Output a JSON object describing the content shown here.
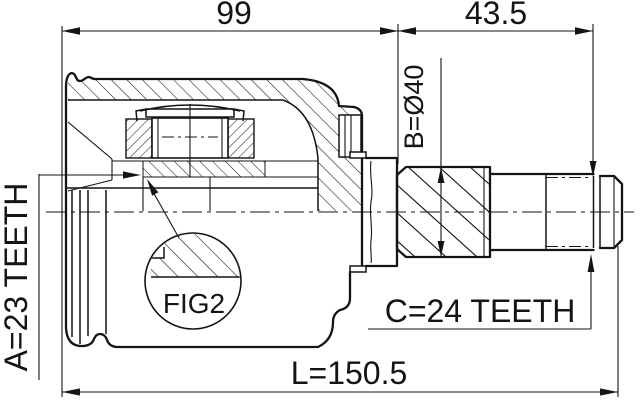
{
  "drawing": {
    "title": "CV joint technical drawing",
    "labels": {
      "dim_top_left": "99",
      "dim_top_right": "43.5",
      "dim_shaft_diameter": "B=Ø40",
      "dim_inner_spline": "A=23 TEETH",
      "dim_outer_spline": "C=24 TEETH",
      "dim_overall_length": "L=150.5",
      "detail_reference": "FIG2"
    },
    "colors": {
      "line": "#141414",
      "background": "#ffffff"
    }
  }
}
